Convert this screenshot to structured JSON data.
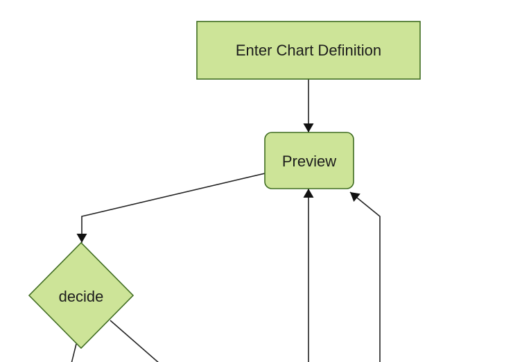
{
  "diagram": {
    "type": "flowchart",
    "background_color": "#ffffff",
    "colors": {
      "node_fill": "#cde498",
      "node_border": "#3f6c21",
      "edge_line": "#222222",
      "arrowhead": "#111111",
      "label_text": "#1c1c1c"
    },
    "nodes": [
      {
        "id": "enter-chart-definition",
        "label": "Enter Chart Definition",
        "shape": "rectangle"
      },
      {
        "id": "preview",
        "label": "Preview",
        "shape": "rounded-rectangle"
      },
      {
        "id": "decide",
        "label": "decide",
        "shape": "diamond"
      }
    ],
    "edges": [
      {
        "from": "enter-chart-definition",
        "to": "preview",
        "arrowhead": true
      },
      {
        "from": "preview",
        "to": "decide",
        "arrowhead": true
      },
      {
        "from": "offscreen-bottom-center",
        "to": "preview",
        "arrowhead": true
      },
      {
        "from": "offscreen-bottom-right",
        "to": "preview",
        "arrowhead": true
      },
      {
        "from": "decide",
        "to": "offscreen-bottom-left",
        "arrowhead": false
      },
      {
        "from": "decide",
        "to": "offscreen-bottom-right",
        "arrowhead": false
      }
    ]
  }
}
